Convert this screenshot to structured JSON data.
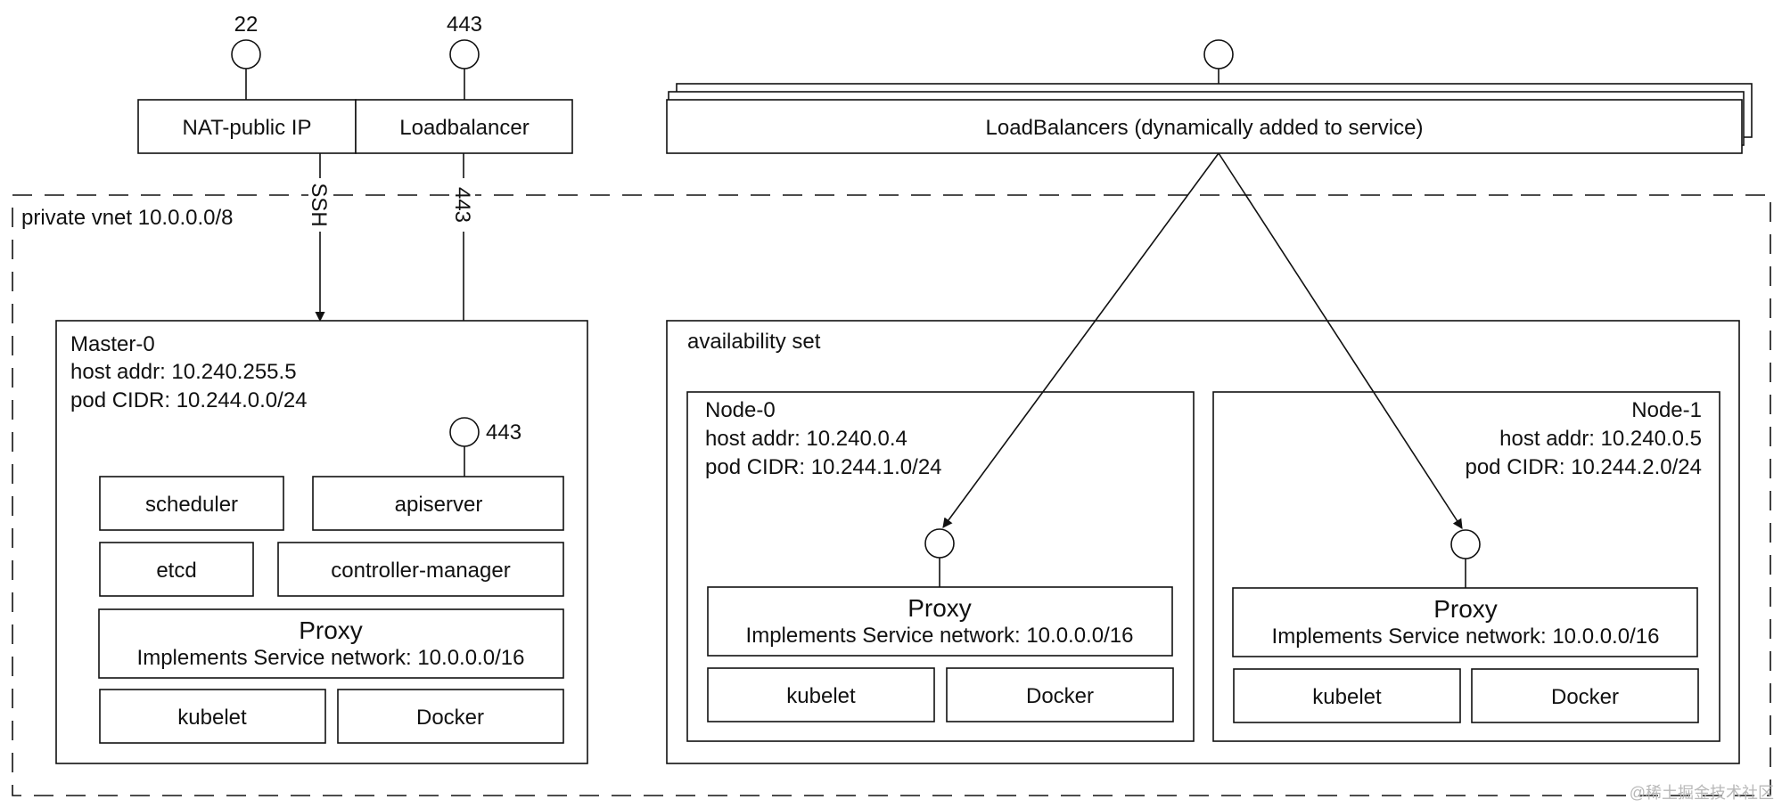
{
  "ports": {
    "ssh_port": "22",
    "https_port": "443",
    "apiserver_port": "443"
  },
  "gateway": {
    "nat": "NAT-public IP",
    "lb": "Loadbalancer",
    "ssh_edge": "SSH",
    "https_edge": "443"
  },
  "loadbalancers": {
    "label": "LoadBalancers (dynamically added to service)"
  },
  "vnet": {
    "label": "private vnet 10.0.0.0/8"
  },
  "master": {
    "name": "Master-0",
    "host": "host addr: 10.240.255.5",
    "pod": "pod CIDR: 10.244.0.0/24",
    "scheduler": "scheduler",
    "apiserver": "apiserver",
    "etcd": "etcd",
    "cm": "controller-manager",
    "proxy_title": "Proxy",
    "proxy_desc": "Implements Service network: 10.0.0.0/16",
    "kubelet": "kubelet",
    "docker": "Docker"
  },
  "availability": {
    "label": "availability set"
  },
  "node0": {
    "name": "Node-0",
    "host": "host addr: 10.240.0.4",
    "pod": "pod CIDR: 10.244.1.0/24",
    "proxy_title": "Proxy",
    "proxy_desc": "Implements Service network: 10.0.0.0/16",
    "kubelet": "kubelet",
    "docker": "Docker"
  },
  "node1": {
    "name": "Node-1",
    "host": "host addr: 10.240.0.5",
    "pod": "pod CIDR: 10.244.2.0/24",
    "proxy_title": "Proxy",
    "proxy_desc": "Implements Service network: 10.0.0.0/16",
    "kubelet": "kubelet",
    "docker": "Docker"
  },
  "watermark": "@稀土掘金技术社区"
}
